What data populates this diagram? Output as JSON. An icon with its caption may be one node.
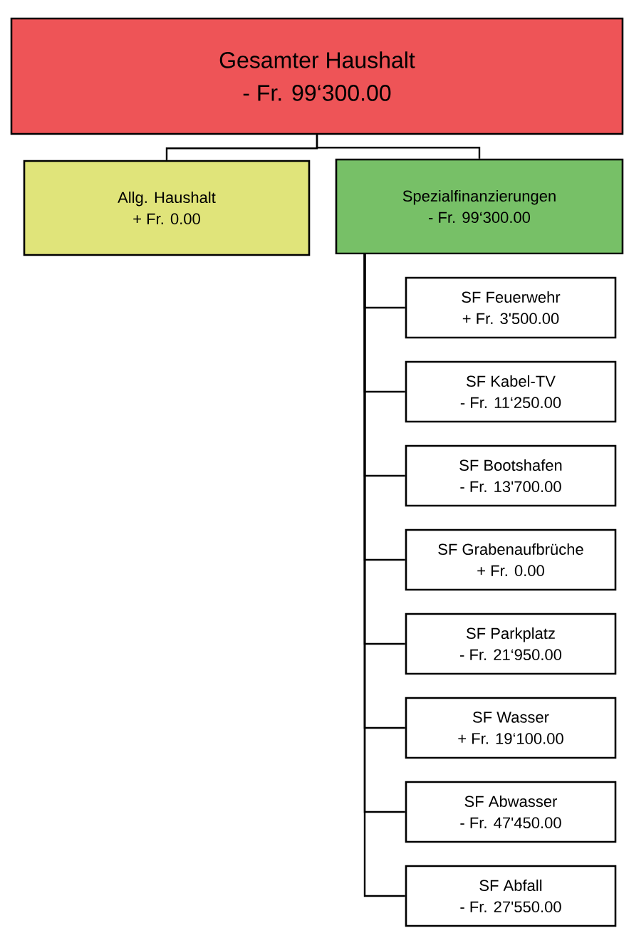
{
  "diagram": {
    "nodes": [
      {
        "text": [
          "Gesamter Haushalt",
          "- Fr. 99‘300.00"
        ]
      },
      {
        "text": [
          "Allg. Haushalt",
          "+ Fr. 0.00"
        ]
      },
      {
        "text": [
          "Spezialfinanzierungen",
          "- Fr. 99‘300.00"
        ]
      },
      {
        "text": [
          "SF Feuerwehr",
          "+ Fr. 3'500.00"
        ]
      },
      {
        "text": [
          "SF Kabel-TV",
          "- Fr. 11‘250.00"
        ]
      },
      {
        "text": [
          "SF Bootshafen",
          "- Fr. 13'700.00"
        ]
      },
      {
        "text": [
          "SF Grabenaufbrüche",
          "+ Fr. 0.00"
        ]
      },
      {
        "text": [
          "SF Parkplatz",
          "- Fr. 21‘950.00"
        ]
      },
      {
        "text": [
          "SF Wasser",
          "+ Fr. 19‘100.00"
        ]
      },
      {
        "text": [
          "SF Abwasser",
          "- Fr. 47'450.00"
        ]
      },
      {
        "text": [
          "SF Abfall",
          "- Fr. 27'550.00"
        ]
      }
    ],
    "edges": [
      {
        "from": 0,
        "to": 1,
        "arrow": "none"
      },
      {
        "from": 0,
        "to": 2,
        "arrow": "none"
      },
      {
        "from": 2,
        "to": 3,
        "arrow": "none"
      },
      {
        "from": 2,
        "to": 4,
        "arrow": "none"
      },
      {
        "from": 2,
        "to": 5,
        "arrow": "none"
      },
      {
        "from": 2,
        "to": 6,
        "arrow": "none"
      },
      {
        "from": 2,
        "to": 7,
        "arrow": "none"
      },
      {
        "from": 2,
        "to": 8,
        "arrow": "none"
      },
      {
        "from": 2,
        "to": 9,
        "arrow": "none"
      },
      {
        "from": 2,
        "to": 10,
        "arrow": "none"
      }
    ]
  }
}
